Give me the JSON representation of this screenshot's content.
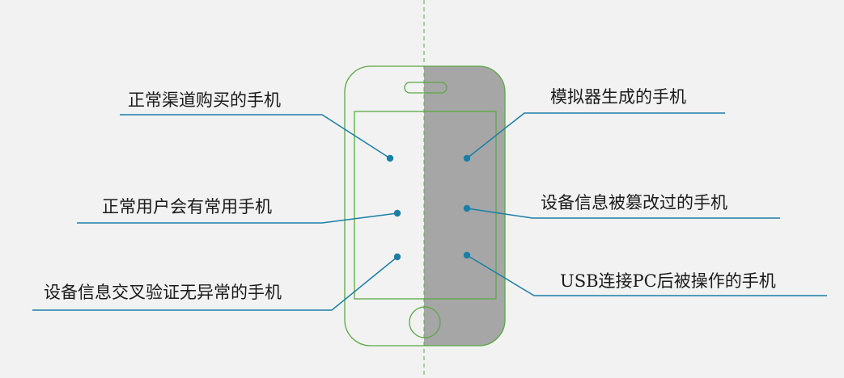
{
  "colors": {
    "background": "#f2f2f2",
    "phone_outline": "#5aa845",
    "phone_fill_right": "#a6a6a6",
    "divider": "#5aa845",
    "callout": "#1b7ea6",
    "text": "#1a1a1a"
  },
  "left_labels": [
    {
      "text": "正常渠道购买的手机"
    },
    {
      "text": "正常用户会有常用手机"
    },
    {
      "text": "设备信息交叉验证无异常的手机"
    }
  ],
  "right_labels": [
    {
      "text": "模拟器生成的手机"
    },
    {
      "text": "设备信息被篡改过的手机"
    },
    {
      "text": "USB连接PC后被操作的手机"
    }
  ],
  "icons": {
    "phone": "smartphone-outline-icon"
  }
}
